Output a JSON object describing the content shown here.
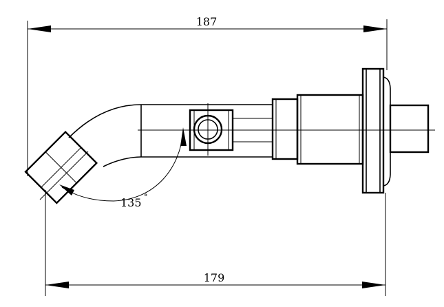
{
  "dimensions": {
    "overall_length_top": "187",
    "overall_length_bottom": "179",
    "angle": "135",
    "angle_unit": "°"
  }
}
